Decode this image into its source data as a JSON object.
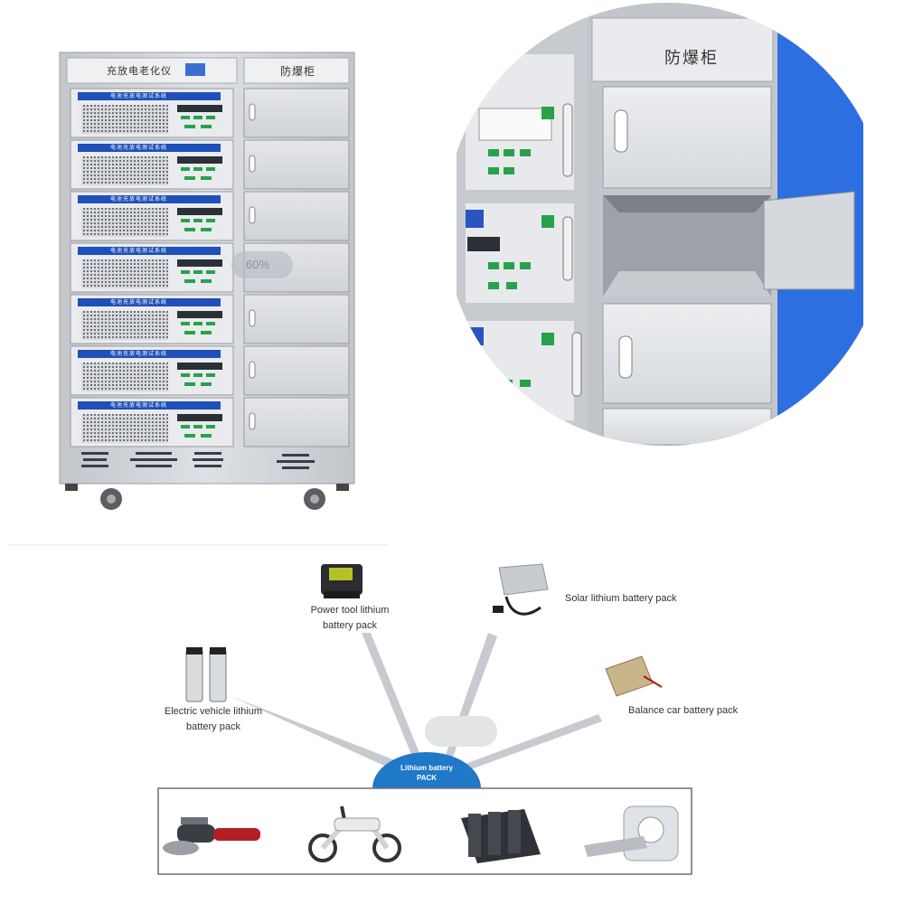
{
  "cabinet": {
    "left_header": "充放电老化仪",
    "right_header": "防爆柜",
    "unit_title": "电池充放电测试系统",
    "watermark": "60%"
  },
  "closeup": {
    "header": "防爆柜"
  },
  "diagram": {
    "center_line1": "Lithium battery",
    "center_line2": "PACK",
    "power_tool_line1": "Power tool lithium",
    "power_tool_line2": "battery pack",
    "solar_label": "Solar lithium battery pack",
    "ev_line1": "Electric vehicle lithium",
    "ev_line2": "battery pack",
    "balance_label": "Balance car battery pack"
  },
  "colors": {
    "panel_gray": "#c9ccd1",
    "unit_blue": "#1f4fb8",
    "accent_blue": "#2d6fe0",
    "center_badge": "#1f78c8"
  }
}
